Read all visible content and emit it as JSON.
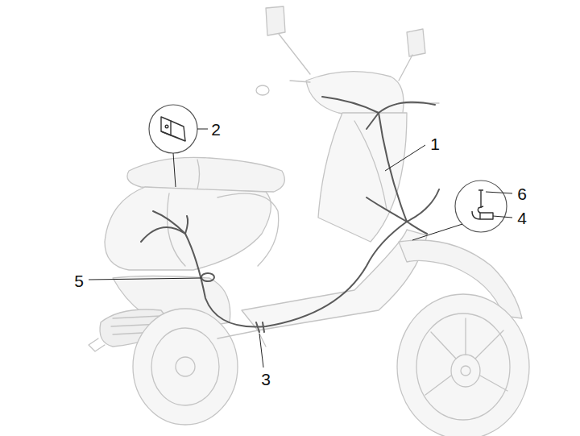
{
  "diagram": {
    "labels": [
      "2",
      "1",
      "6",
      "4",
      "5",
      "3"
    ]
  }
}
